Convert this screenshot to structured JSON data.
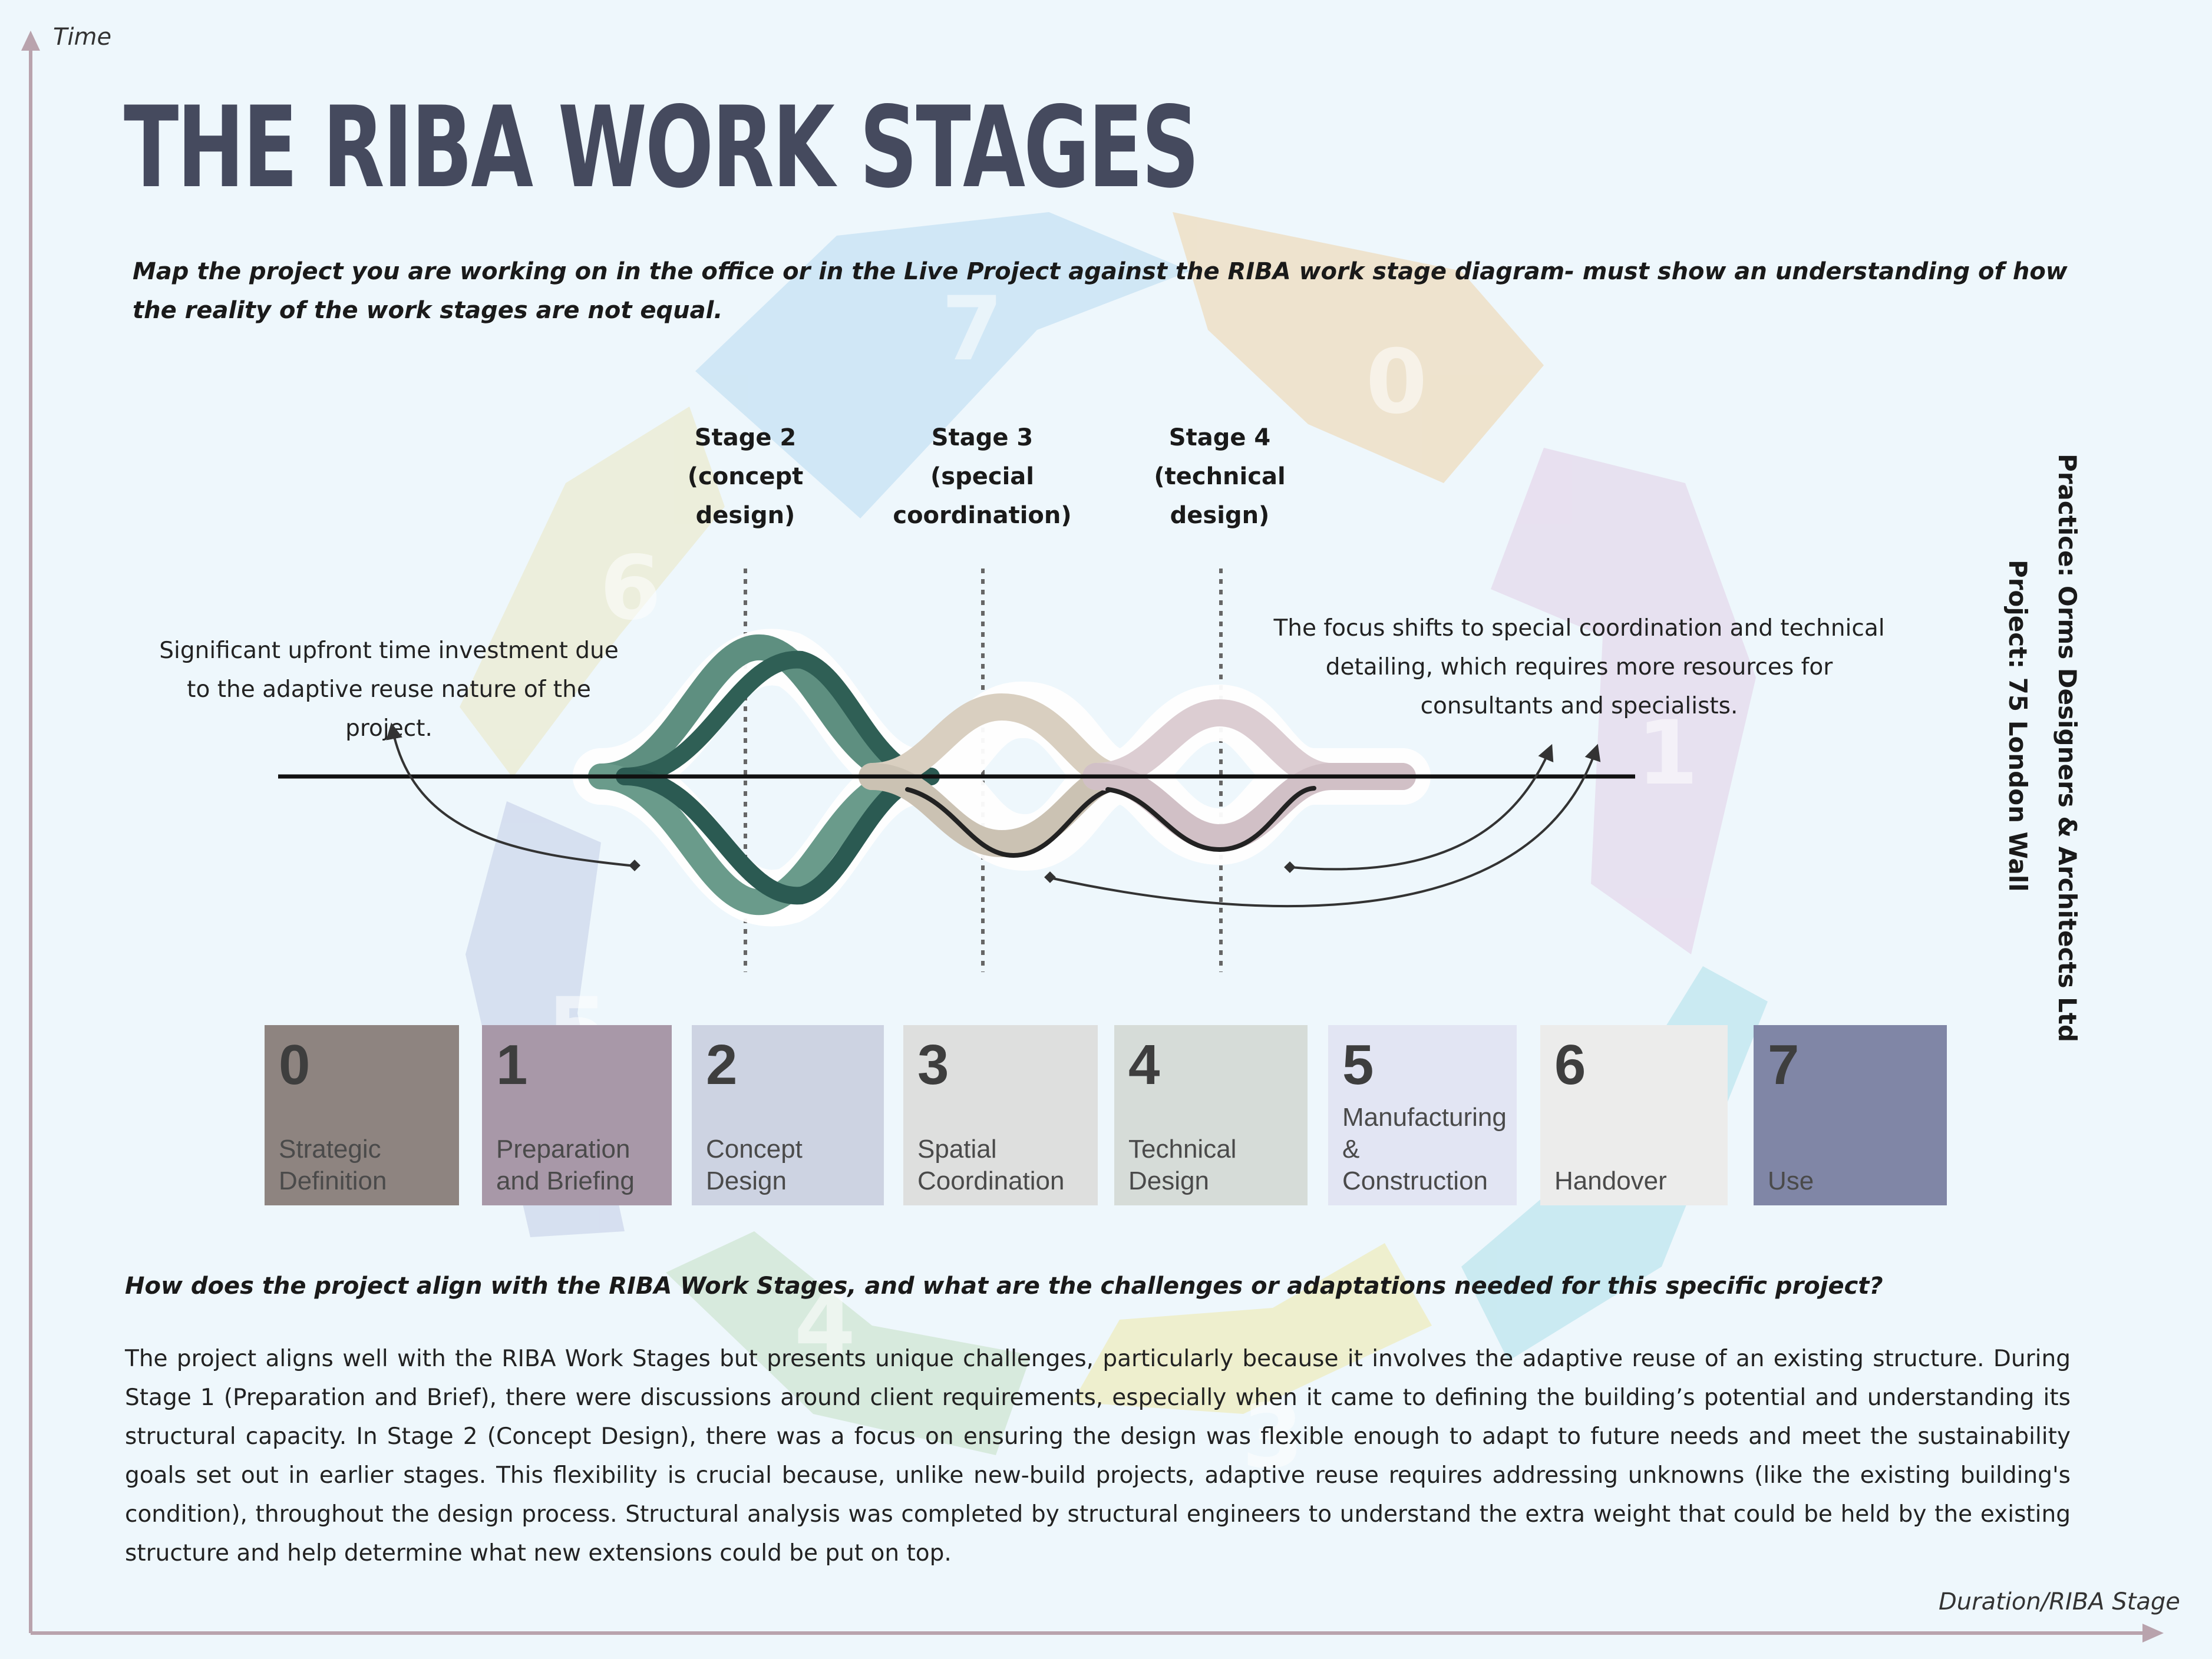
{
  "axes": {
    "y_label": "Time",
    "x_label": "Duration/RIBA Stage"
  },
  "title": "THE RIBA WORK STAGES",
  "prompt": "Map the project you are working on in the office or in the Live Project against the RIBA work stage diagram- must show an understanding of how the reality of the work stages are not equal.",
  "stage_headers": [
    {
      "line1": "Stage 2",
      "line2": "(concept",
      "line3": "design)"
    },
    {
      "line1": "Stage 3",
      "line2": "(special",
      "line3": "coordination)"
    },
    {
      "line1": "Stage 4",
      "line2": "(technical",
      "line3": "design)"
    }
  ],
  "notes": {
    "left": "Significant upfront time investment due to the adaptive reuse nature of the project.",
    "right": "The focus shifts to special coordination and technical detailing, which requires more resources for consultants and specialists."
  },
  "side_info": {
    "practice": "Practice: Orms Designers & Architects Ltd",
    "project": "Project: 75 London Wall"
  },
  "stages": [
    {
      "number": "0",
      "name": "Strategic Definition",
      "color": "#8e8480"
    },
    {
      "number": "1",
      "name": "Preparation and Briefing",
      "color": "#a898a8"
    },
    {
      "number": "2",
      "name": "Concept Design",
      "color": "#cdd3e2"
    },
    {
      "number": "3",
      "name": "Spatial Coordination",
      "color": "#dedfde"
    },
    {
      "number": "4",
      "name": "Technical Design",
      "color": "#d6dcd8"
    },
    {
      "number": "5",
      "name": "Manufacturing & Construction",
      "color": "#e2e5f3"
    },
    {
      "number": "6",
      "name": "Handover",
      "color": "#ececeb"
    },
    {
      "number": "7",
      "name": "Use",
      "color": "#8086a6"
    }
  ],
  "wheel_numbers": [
    "0",
    "1",
    "2",
    "3",
    "4",
    "5",
    "6",
    "7"
  ],
  "colors": {
    "title": "#454a5e",
    "stroke_concept": "#5a8a7a",
    "stroke_coordination": "#d8cfc3",
    "stroke_technical": "#d9c9cf"
  },
  "question": "How does the project align with the RIBA Work Stages, and what are the challenges or adaptations needed for this specific project?",
  "answer": "The project aligns well with the RIBA Work Stages but presents unique challenges, particularly because it involves the adaptive reuse of an existing structure. During Stage 1 (Preparation and Brief), there were discussions around client requirements, especially when it came to defining the building’s potential and understanding its structural capacity. In Stage 2 (Concept Design), there was a focus on ensuring the design was flexible enough to adapt to future needs and meet the sustainability goals set out in earlier stages. This flexibility is crucial because, unlike new-build projects, adaptive reuse requires addressing unknowns (like the existing building's condition), throughout the design process. Structural analysis was completed by structural engineers to understand the extra weight that could be held by the existing structure and help determine what new extensions could be put on top."
}
